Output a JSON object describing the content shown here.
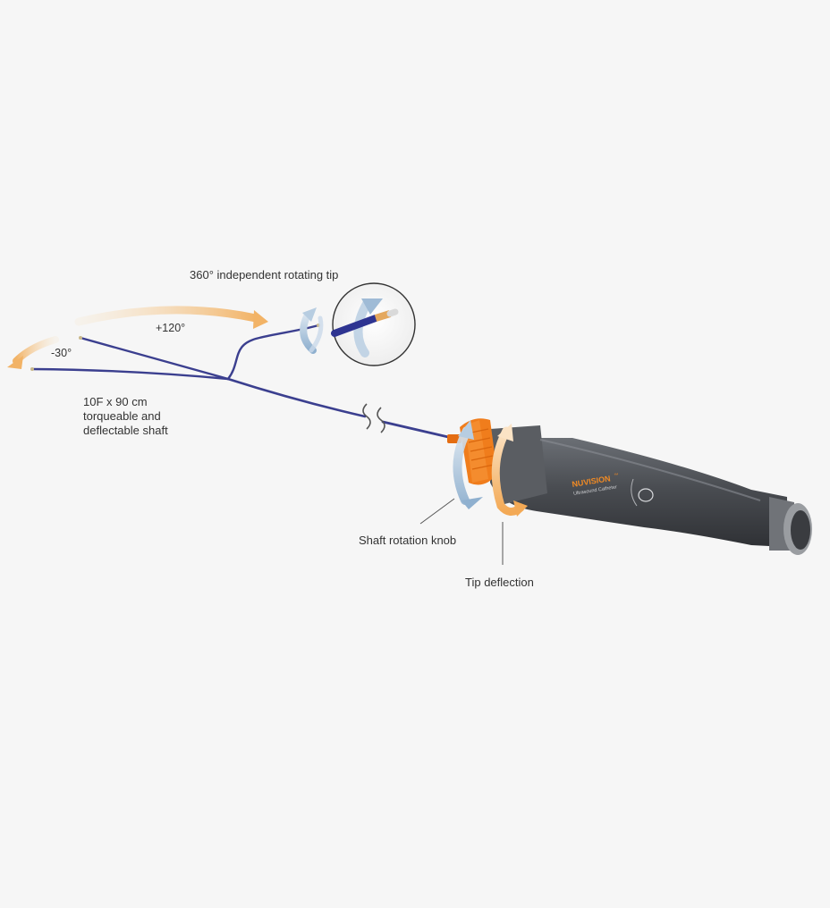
{
  "labels": {
    "rotating_tip": "360° independent rotating tip",
    "plus_angle": "+120°",
    "minus_angle": "-30°",
    "shaft_spec": [
      "10F x 90 cm",
      "torqueable and",
      "deflectable shaft"
    ],
    "rotation_knob": "Shaft rotation knob",
    "tip_deflection": "Tip deflection"
  },
  "device": {
    "brand": "NUVISION",
    "brand_mark": "™",
    "subtitle": "Ultrasound Catheter"
  },
  "colors": {
    "background": "#f6f6f6",
    "handle": "#4a4d52",
    "handle_highlight": "#6b6f75",
    "shaft": "#3b3f8f",
    "knob_orange": "#f07d1c",
    "arrow_orange": "#f5c27f",
    "arrow_blue": "#a9c2d9",
    "brand_orange": "#f08a24",
    "leader_line": "#555555"
  }
}
